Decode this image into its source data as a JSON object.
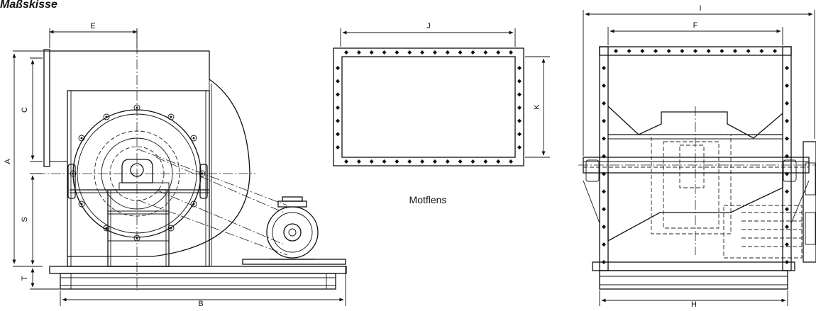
{
  "title": "Maßskisse",
  "caption": "Motflens",
  "dimensions": {
    "A": "A",
    "B": "B",
    "C": "C",
    "E": "E",
    "S": "S",
    "T": "T",
    "J": "J",
    "K": "K",
    "I": "I",
    "F": "F",
    "H": "H"
  },
  "colors": {
    "line": "#111111",
    "background": "#ffffff"
  }
}
